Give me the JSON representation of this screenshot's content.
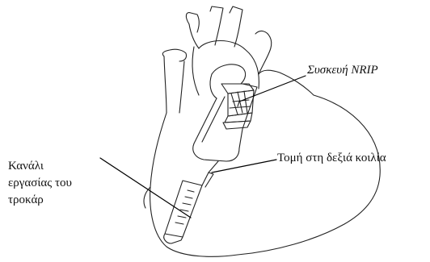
{
  "labels": {
    "device": "Συσκευή NRIP",
    "incision": "Τομή στη δεξιά κοιλία",
    "trocar_lines": [
      "Κανάλι",
      "εργασίας του",
      "τροκάρ"
    ]
  },
  "colors": {
    "stroke": "#222222",
    "background": "#ffffff"
  }
}
